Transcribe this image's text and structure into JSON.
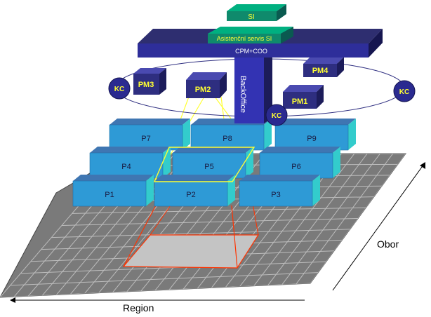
{
  "top": {
    "si": "SI",
    "assist": "Asistenční servis SI",
    "cpm": "CPM+COO",
    "backoffice": "BackOffice"
  },
  "pm": {
    "pm1": "PM1",
    "pm2": "PM2",
    "pm3": "PM3",
    "pm4": "PM4"
  },
  "kc": {
    "left": "KC",
    "right": "KC",
    "bottom": "KC"
  },
  "projects": {
    "p1": "P1",
    "p2": "P2",
    "p3": "P3",
    "p4": "P4",
    "p5": "P5",
    "p6": "P6",
    "p7": "P7",
    "p8": "P8",
    "p9": "P9"
  },
  "axes": {
    "region": "Region",
    "obor": "Obor"
  },
  "colors": {
    "navy": "#2e2e80",
    "navy_dark": "#1c1c5a",
    "teal": "#0f8a6c",
    "block_front": "#2e9ad6",
    "block_top": "#3f76b2",
    "block_side": "#33cccc",
    "yellow": "#ffff33",
    "red": "#ff3300",
    "grid": "#7a7a7a"
  }
}
